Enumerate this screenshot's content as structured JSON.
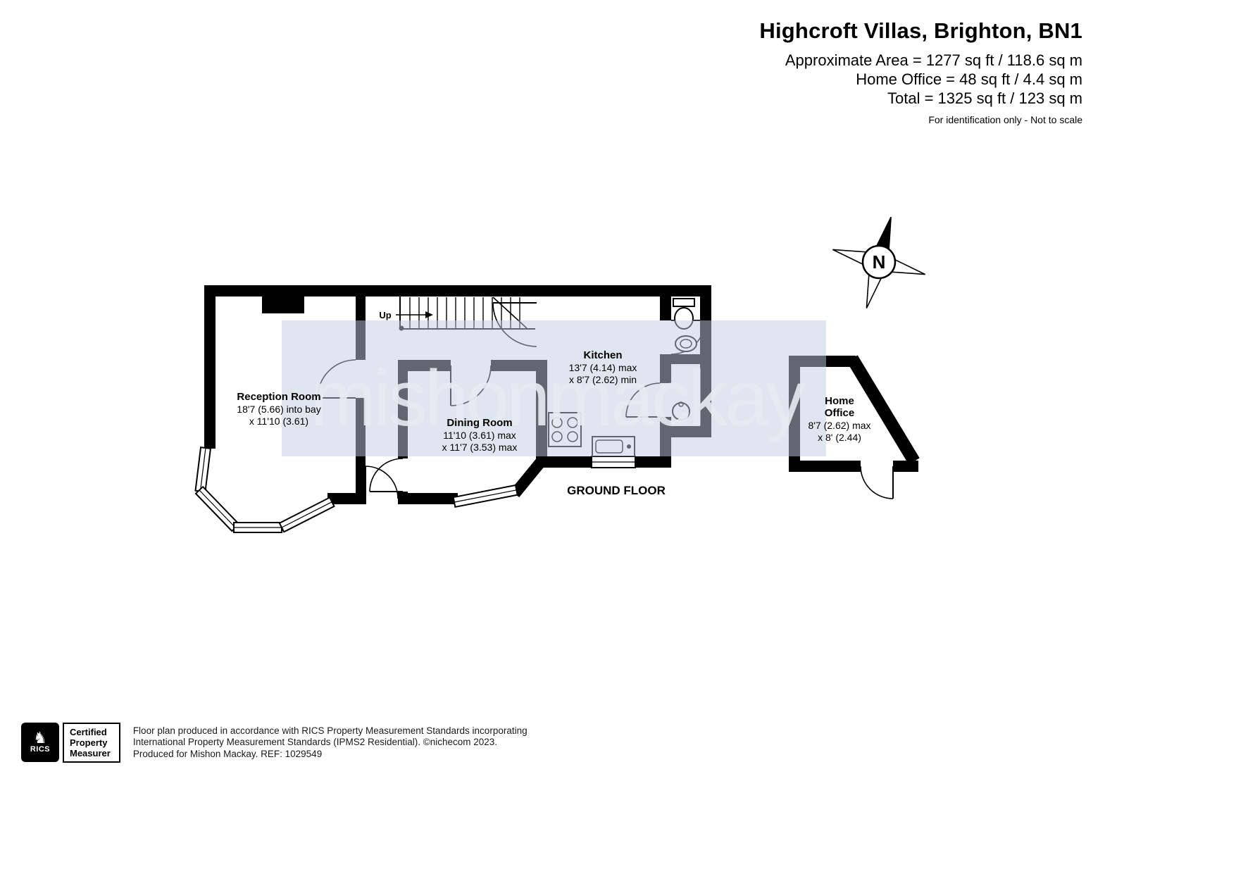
{
  "header": {
    "title": "Highcroft Villas, Brighton, BN1",
    "area_lines": [
      "Approximate Area = 1277 sq ft / 118.6 sq m",
      "Home Office = 48 sq ft / 4.4 sq m",
      "Total = 1325 sq ft / 123 sq m"
    ],
    "note": "For identification only - Not to scale"
  },
  "compass": {
    "north_label": "N"
  },
  "watermark": {
    "text": "mishonmackay"
  },
  "floorplan": {
    "floor_label": "GROUND FLOOR",
    "stairs": {
      "label": "Up"
    },
    "rooms": {
      "reception": {
        "name": "Reception Room",
        "dims": [
          "18'7 (5.66) into bay",
          "x 11'10 (3.61)"
        ]
      },
      "dining": {
        "name": "Dining Room",
        "dims": [
          "11'10 (3.61) max",
          "x 11'7 (3.53) max"
        ]
      },
      "kitchen": {
        "name": "Kitchen",
        "dims": [
          "13'7 (4.14) max",
          "x 8'7 (2.62) min"
        ]
      },
      "home_office": {
        "name_line1": "Home",
        "name_line2": "Office",
        "dims": [
          "8'7 (2.62) max",
          "x 8' (2.44)"
        ]
      }
    }
  },
  "footer": {
    "rics_label": "RICS",
    "certification_lines": [
      "Certified",
      "Property",
      "Measurer"
    ],
    "disclaimer_lines": [
      "Floor plan produced in accordance with RICS Property Measurement Standards incorporating",
      "International Property Measurement Standards (IPMS2 Residential).  ©nichecom 2023.",
      "Produced for Mishon Mackay.   REF: 1029549"
    ]
  },
  "colors": {
    "wall": "#000000",
    "watermark_band": "#c2cde0",
    "watermark_text": "#e6ebf4"
  }
}
